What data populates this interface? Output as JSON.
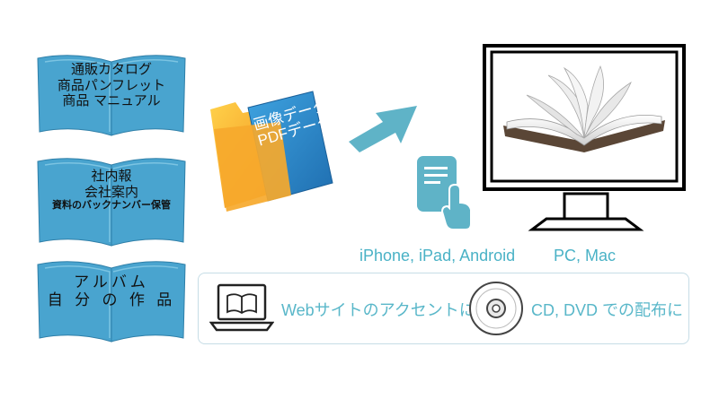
{
  "books": [
    {
      "lines": [
        "通販カタログ",
        "商品パンフレット",
        "商品 マニュアル"
      ]
    },
    {
      "lines": [
        "社内報",
        "会社案内",
        "資料のバックナンバー保管"
      ]
    },
    {
      "lines": [
        "アルバム",
        "自 分 の 作 品"
      ]
    }
  ],
  "folder": {
    "line1": "画像データ",
    "line2": "PDFデータ"
  },
  "devices": {
    "mobile_label": "iPhone, iPad, Android",
    "desktop_label": "PC, Mac"
  },
  "uses": {
    "web_label": "Webサイトのアクセントに",
    "disc_label": "CD, DVD での配布に"
  },
  "colors": {
    "book_blue": "#49a4cf",
    "accent_teal": "#5fb3c7",
    "folder_blue": "#2e87c9",
    "folder_orange": "#f0a030",
    "panel_border": "#c6dde6"
  },
  "icons": [
    "open-book-icon",
    "folder-icon",
    "arrow-right-icon",
    "smartphone-tap-icon",
    "monitor-icon",
    "laptop-icon",
    "disc-icon"
  ]
}
